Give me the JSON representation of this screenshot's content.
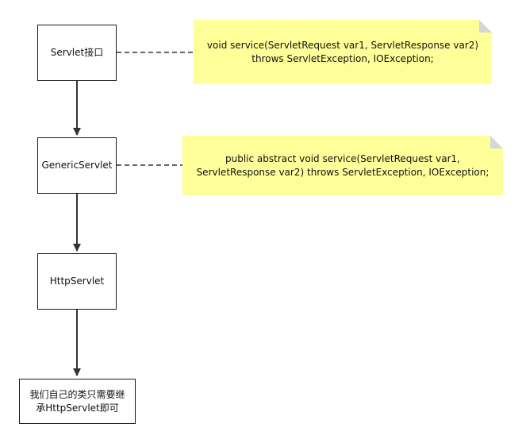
{
  "colors": {
    "line": "#333333",
    "node_border": "#1a1a1a",
    "note_fill": "#ffff99",
    "note_fold": "#d6d6d6"
  },
  "nodes": {
    "servlet": {
      "label": "Servlet接口"
    },
    "generic": {
      "label": "GenericServlet"
    },
    "http": {
      "label": "HttpServlet"
    },
    "own": {
      "label": "我们自己的类只需要继承HttpServlet即可"
    }
  },
  "notes": {
    "servlet_note": {
      "text": "void service(ServletRequest var1, ServletResponse var2) throws ServletException, IOException;"
    },
    "generic_note": {
      "text": "public abstract void service(ServletRequest var1, ServletResponse var2) throws ServletException, IOException;"
    }
  }
}
